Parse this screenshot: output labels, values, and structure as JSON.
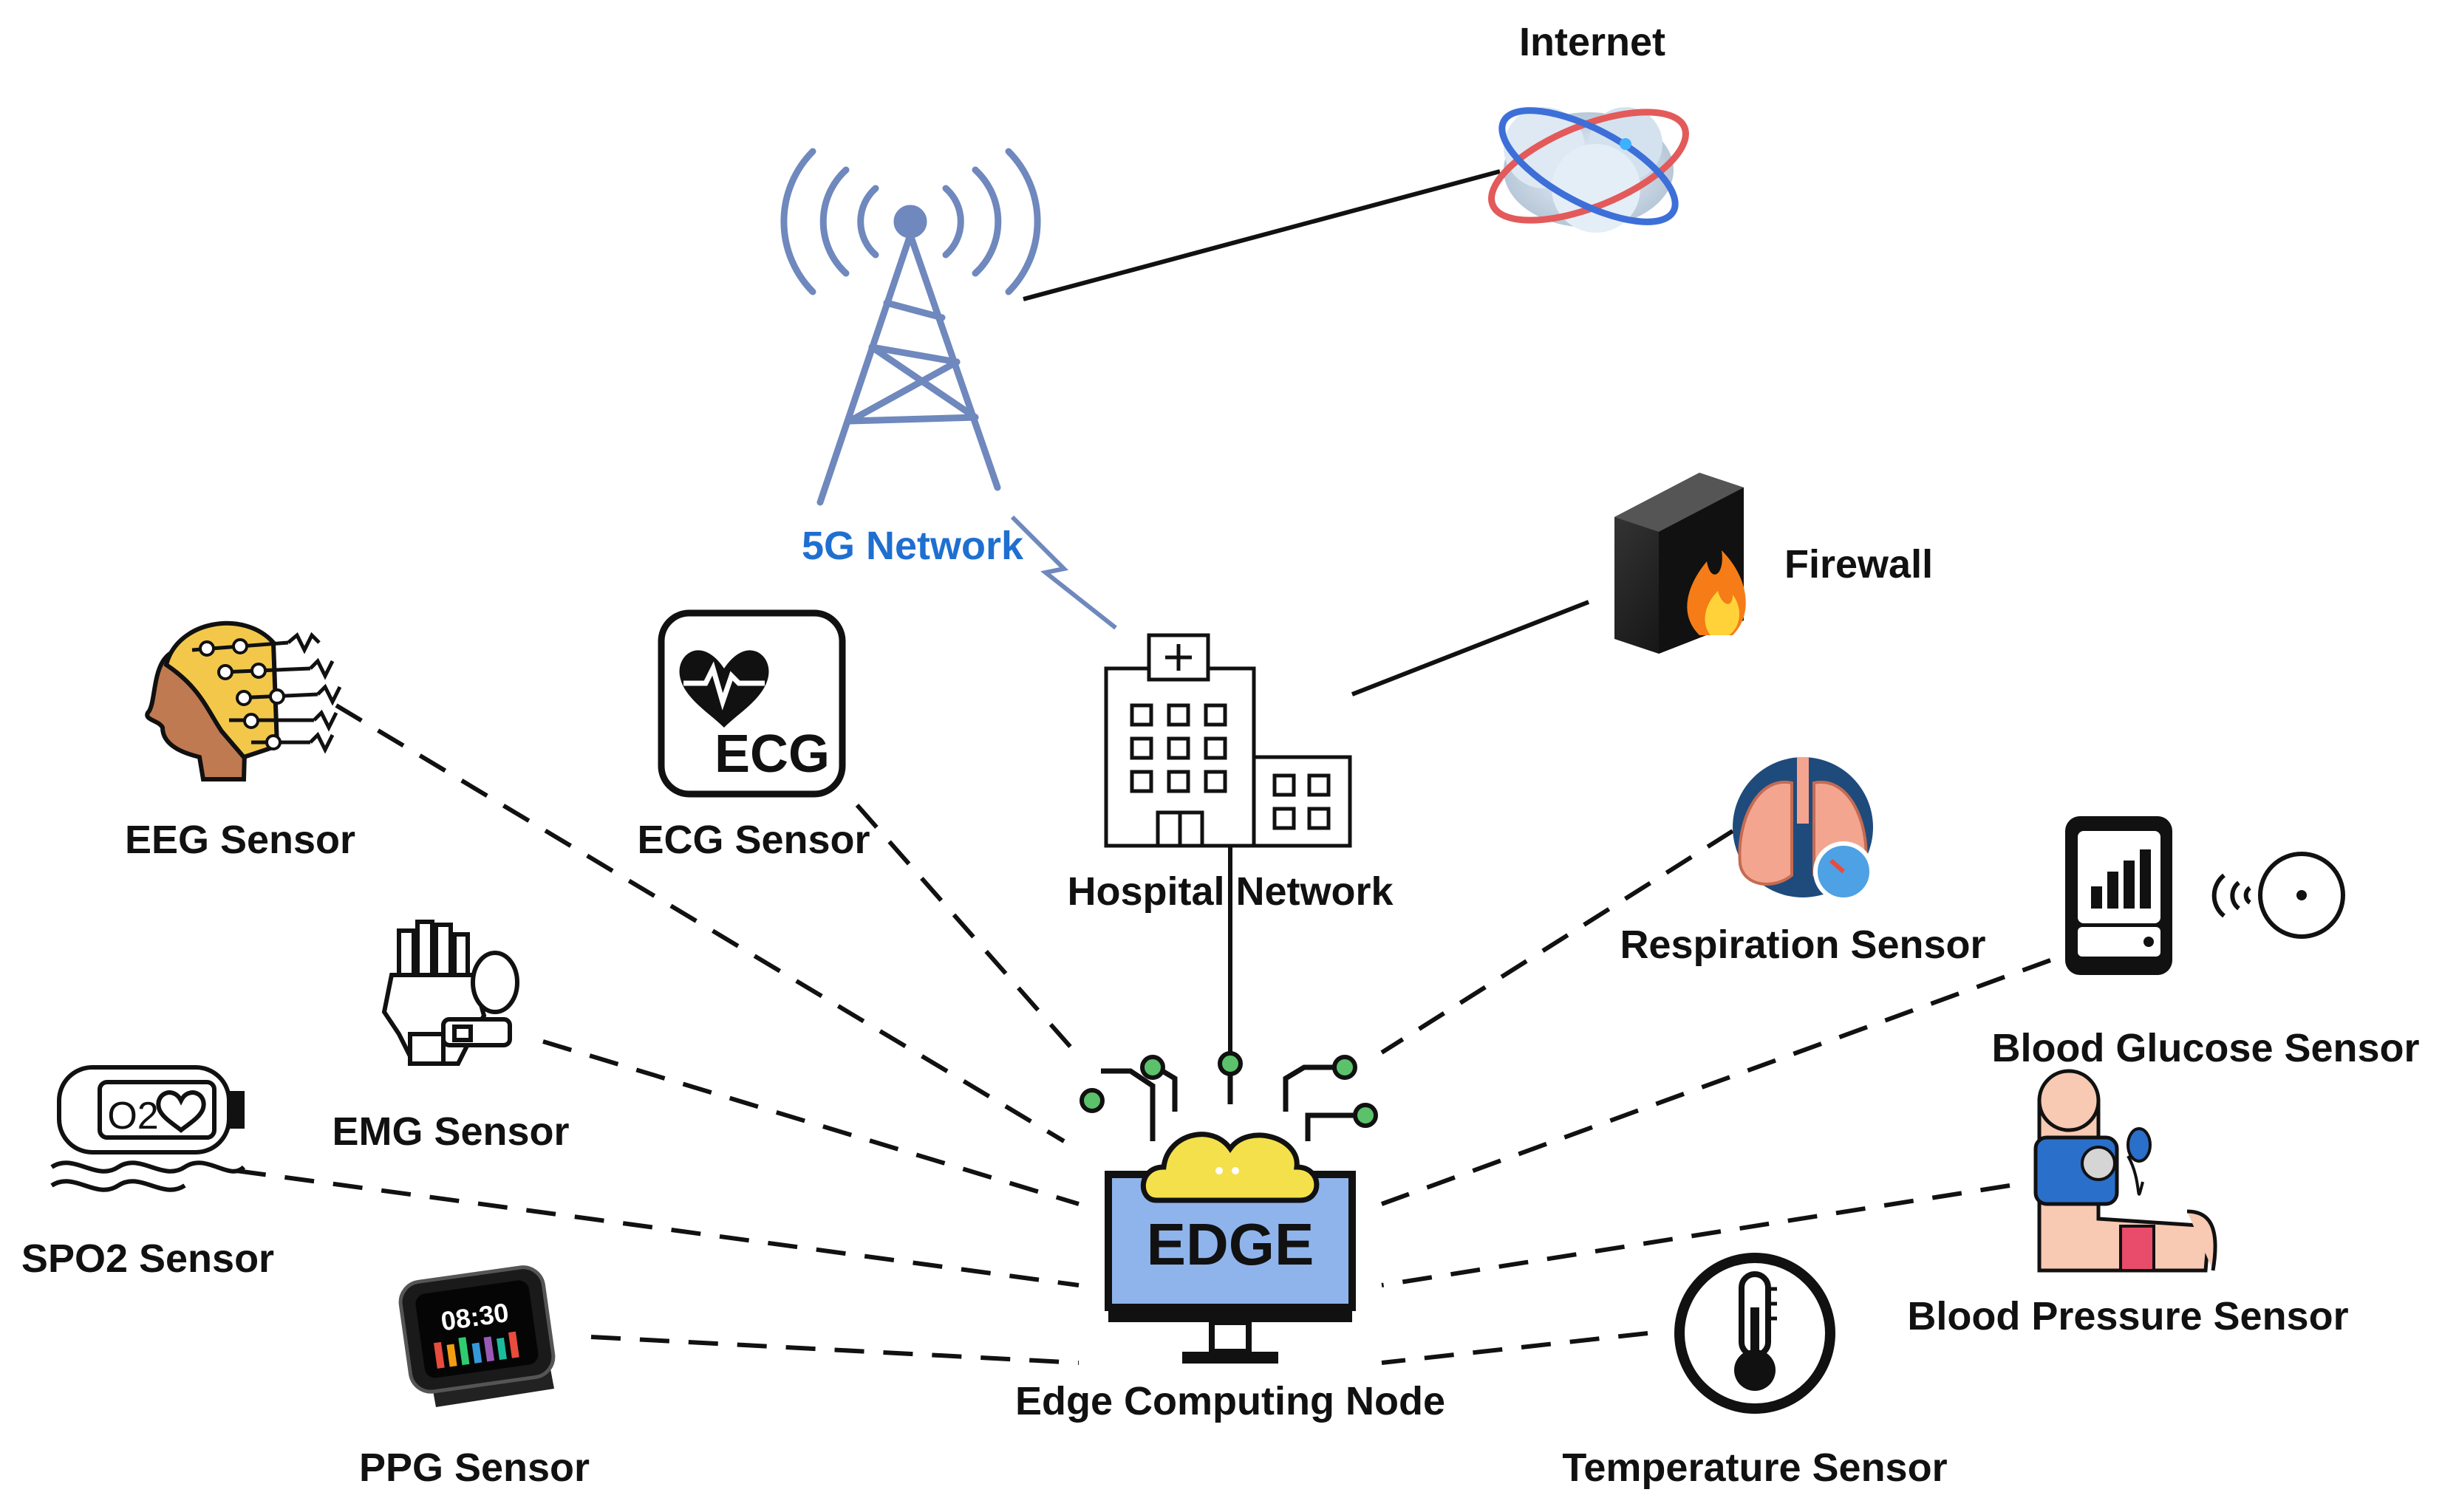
{
  "nodes": {
    "internet": {
      "label": "Internet"
    },
    "network_5g": {
      "label": "5G Network"
    },
    "firewall": {
      "label": "Firewall"
    },
    "hospital": {
      "label": "Hospital Network"
    },
    "edge": {
      "label": "Edge Computing Node",
      "screen_text": "EDGE"
    },
    "ecg_icon_text": "ECG",
    "spo2_icon_text": "O2",
    "watch_time": "08:30"
  },
  "sensors": {
    "eeg": {
      "label": "EEG Sensor"
    },
    "ecg": {
      "label": "ECG Sensor"
    },
    "emg": {
      "label": "EMG Sensor"
    },
    "spo2": {
      "label": "SPO2 Sensor"
    },
    "ppg": {
      "label": "PPG Sensor"
    },
    "respiration": {
      "label": "Respiration Sensor"
    },
    "glucose": {
      "label": "Blood Glucose Sensor"
    },
    "pressure": {
      "label": "Blood Pressure Sensor"
    },
    "temperature": {
      "label": "Temperature Sensor"
    }
  },
  "colors": {
    "tower": "#6f88bd",
    "network_label": "#1f6fd1",
    "edge_screen": "#8fb4ec",
    "cloud": "#f4e04b",
    "node_dot": "#5bc26b",
    "line": "#111111"
  }
}
